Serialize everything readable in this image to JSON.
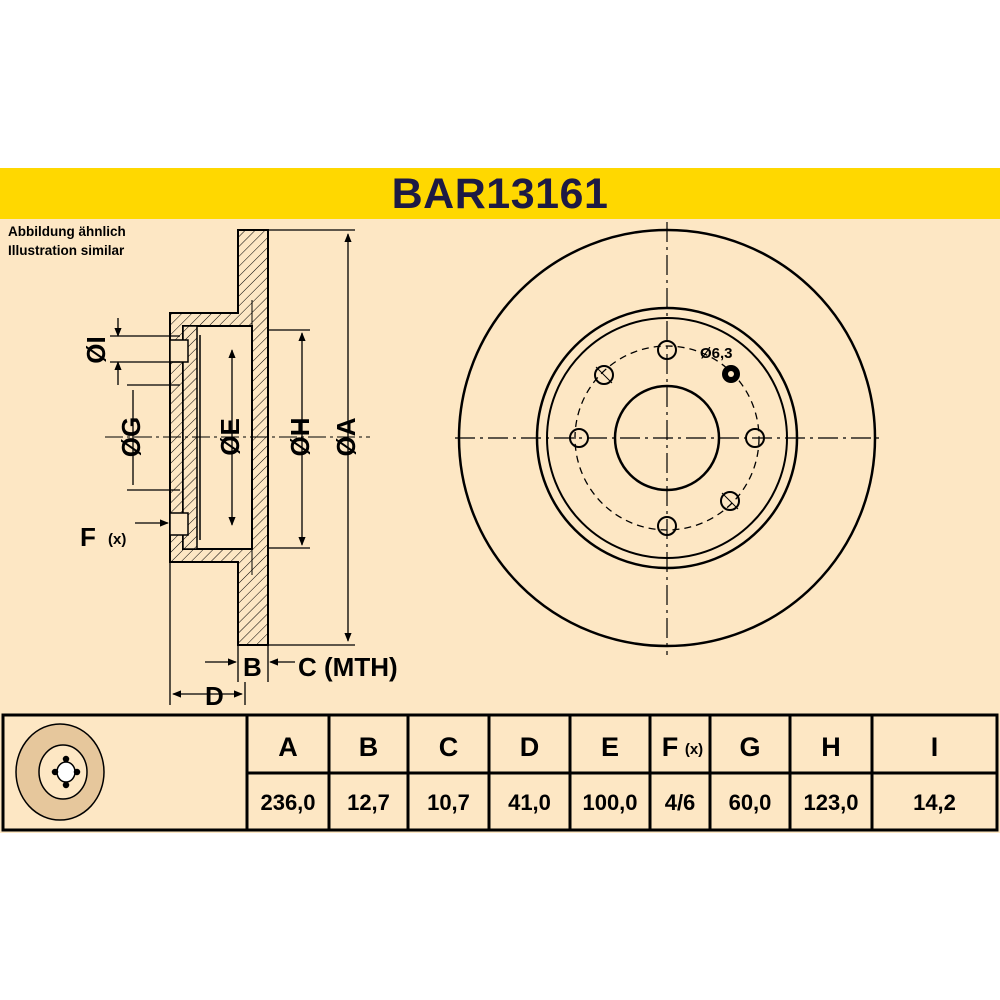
{
  "header": {
    "part_number": "BAR13161"
  },
  "notes": {
    "line1": "Abbildung ähnlich",
    "line2": "Illustration similar"
  },
  "drawing": {
    "dim_I": "ØI",
    "dim_G": "ØG",
    "dim_E": "ØE",
    "dim_H": "ØH",
    "dim_A": "ØA",
    "dim_F": "F",
    "dim_F_sub": "(x)",
    "dim_B": "B",
    "dim_C": "C (MTH)",
    "dim_D": "D",
    "bolt_hole_label": "Ø6,3"
  },
  "table": {
    "columns": [
      {
        "header": "A",
        "value": "236,0"
      },
      {
        "header": "B",
        "value": "12,7"
      },
      {
        "header": "C",
        "value": "10,7"
      },
      {
        "header": "D",
        "value": "41,0"
      },
      {
        "header": "E",
        "value": "100,0"
      },
      {
        "header": "F",
        "header_sub": "(x)",
        "value": "4/6"
      },
      {
        "header": "G",
        "value": "60,0"
      },
      {
        "header": "H",
        "value": "123,0"
      },
      {
        "header": "I",
        "value": "14,2"
      }
    ]
  },
  "colors": {
    "header_yellow": "#ffd800",
    "part_number_text": "#1d1a44",
    "drawing_background": "#fde7c4"
  }
}
